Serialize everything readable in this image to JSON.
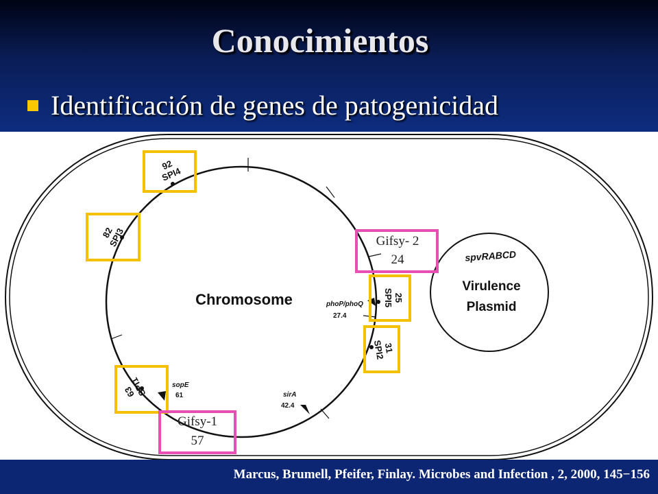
{
  "slide": {
    "title": "Conocimientos",
    "bullet": "Identificación de genes de patogenicidad",
    "citation": "Marcus, Brumell, Pfeifer, Finlay. Microbes and Infection , 2, 2000, 145−156"
  },
  "diagram": {
    "chromosome_label": "Chromosome",
    "plasmid_label_line1": "Virulence",
    "plasmid_label_line2": "Plasmid",
    "plasmid_genes": "spvRABCD",
    "colors": {
      "spi_box": "#f5c000",
      "gifsy_box": "#e84fb5",
      "line": "#111111"
    },
    "islands": [
      {
        "id": "spi4",
        "name": "SPI4",
        "position": "92"
      },
      {
        "id": "spi3",
        "name": "SPI3",
        "position": "82"
      },
      {
        "id": "spi5",
        "name": "SPI5",
        "position": "25"
      },
      {
        "id": "spi2",
        "name": "SPI2",
        "position": "31"
      },
      {
        "id": "spi1",
        "name": "SPI1",
        "position": "63"
      }
    ],
    "gifsy2": {
      "name": "Gifsy- 2",
      "position": "24"
    },
    "gifsy1": {
      "name": "Gifsy-1",
      "position": "57"
    },
    "genes": [
      {
        "id": "phop",
        "name": "phoP/phoQ",
        "position": "27.4"
      },
      {
        "id": "sopE",
        "name": "sopE",
        "position": "61"
      },
      {
        "id": "sirA",
        "name": "sirA",
        "position": "42.4"
      }
    ]
  }
}
